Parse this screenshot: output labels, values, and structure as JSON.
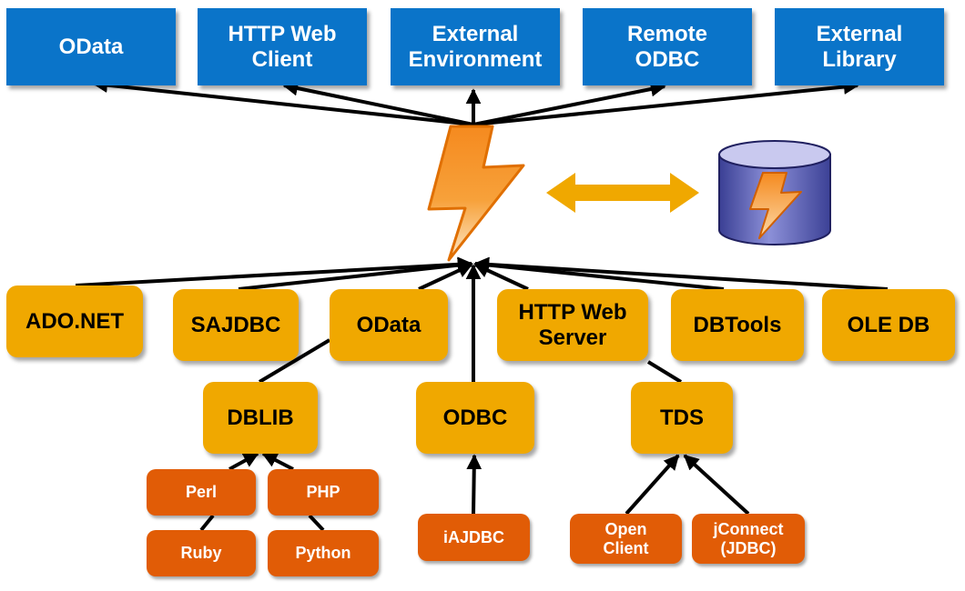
{
  "top_targets": [
    {
      "id": "odata-target",
      "label": "OData"
    },
    {
      "id": "http-web-client",
      "label": "HTTP Web\nClient"
    },
    {
      "id": "external-environment",
      "label": "External\nEnvironment"
    },
    {
      "id": "remote-odbc",
      "label": "Remote\nODBC"
    },
    {
      "id": "external-library",
      "label": "External\nLibrary"
    }
  ],
  "interfaces": [
    {
      "id": "ado-net",
      "label": "ADO.NET"
    },
    {
      "id": "sajdbc",
      "label": "SAJDBC"
    },
    {
      "id": "odata",
      "label": "OData"
    },
    {
      "id": "http-web-server",
      "label": "HTTP Web\nServer"
    },
    {
      "id": "dbtools",
      "label": "DBTools"
    },
    {
      "id": "ole-db",
      "label": "OLE DB"
    }
  ],
  "mid_layer": [
    {
      "id": "dblib",
      "label": "DBLIB"
    },
    {
      "id": "odbc",
      "label": "ODBC"
    },
    {
      "id": "tds",
      "label": "TDS"
    }
  ],
  "client_apis": [
    {
      "id": "perl",
      "label": "Perl"
    },
    {
      "id": "php",
      "label": "PHP"
    },
    {
      "id": "ruby",
      "label": "Ruby"
    },
    {
      "id": "python",
      "label": "Python"
    },
    {
      "id": "iajdbc",
      "label": "iAJDBC"
    },
    {
      "id": "open-client",
      "label": "Open\nClient"
    },
    {
      "id": "jconnect",
      "label": "jConnect\n(JDBC)"
    }
  ],
  "icons": {
    "server": "lightning-bolt-icon",
    "database": "database-cylinder-icon",
    "link": "double-headed-arrow-icon"
  },
  "colors": {
    "top_box": "#0a74c9",
    "interface_box": "#f0a800",
    "client_box": "#e15c06",
    "bolt": "#f7941d",
    "link_arrow": "#f0a800",
    "database": "#5a5fb0"
  }
}
